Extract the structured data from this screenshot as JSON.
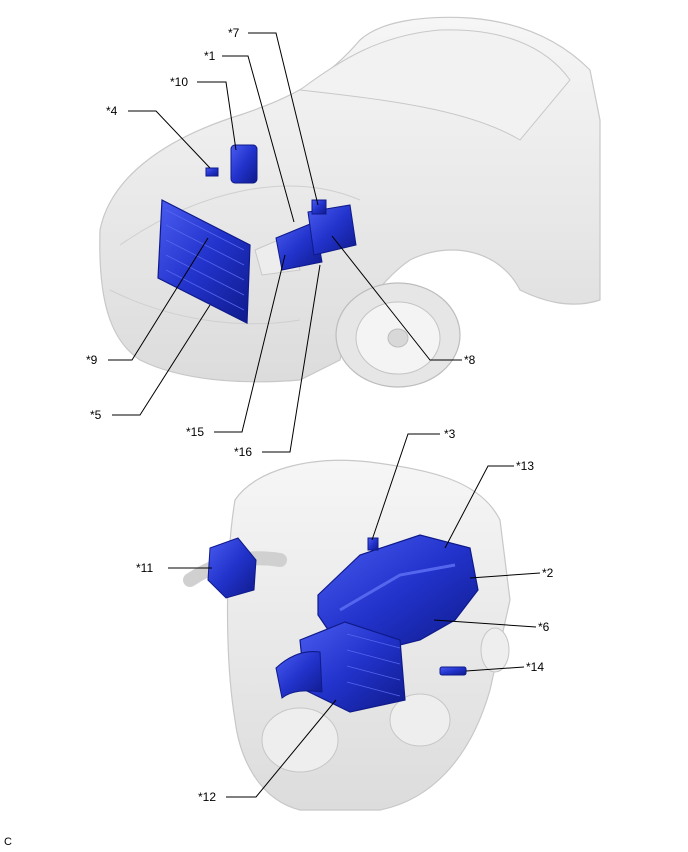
{
  "diagram": {
    "callouts": {
      "c1": "*1",
      "c2": "*2",
      "c3": "*3",
      "c4": "*4",
      "c5": "*5",
      "c6": "*6",
      "c7": "*7",
      "c8": "*8",
      "c9": "*9",
      "c10": "*10",
      "c11": "*11",
      "c12": "*12",
      "c13": "*13",
      "c14": "*14",
      "c15": "*15",
      "c16": "*16"
    },
    "figure_code": "C",
    "colors": {
      "highlight": "#2233cc",
      "highlight_dark": "#0f1a8a",
      "body": "#ececec",
      "body_line": "#c8c8c8",
      "leader": "#000000"
    }
  }
}
